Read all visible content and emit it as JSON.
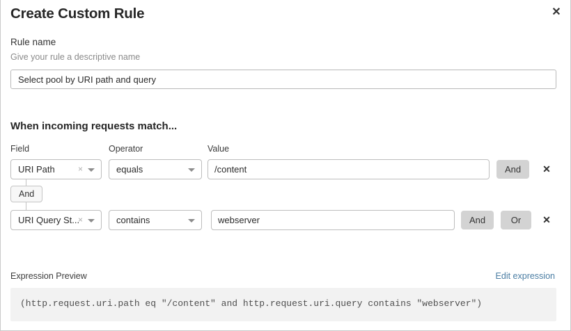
{
  "dialog": {
    "title": "Create Custom Rule",
    "close_label": "✕"
  },
  "rule_name": {
    "label": "Rule name",
    "help": "Give your rule a descriptive name",
    "value": "Select pool by URI path and query",
    "placeholder": "Select pool by URI path and query"
  },
  "match_section": {
    "heading": "When incoming requests match...",
    "columns": {
      "field": "Field",
      "operator": "Operator",
      "value": "Value"
    },
    "connector": {
      "label": "And"
    },
    "rows": [
      {
        "field": "URI Path",
        "clear_label": "×",
        "operator": "equals",
        "value": "/content",
        "logic_buttons": [
          "And"
        ],
        "delete_label": "✕"
      },
      {
        "field": "URI Query St...",
        "clear_label": "×",
        "operator": "contains",
        "value": "webserver",
        "logic_buttons": [
          "And",
          "Or"
        ],
        "delete_label": "✕"
      }
    ]
  },
  "expression": {
    "label": "Expression Preview",
    "edit_link": "Edit expression",
    "text": "(http.request.uri.path eq \"/content\" and http.request.uri.query contains \"webserver\")"
  },
  "colors": {
    "link": "#4a7da3",
    "logic_button_bg": "#d3d3d3",
    "preview_bg": "#f2f2f2"
  }
}
